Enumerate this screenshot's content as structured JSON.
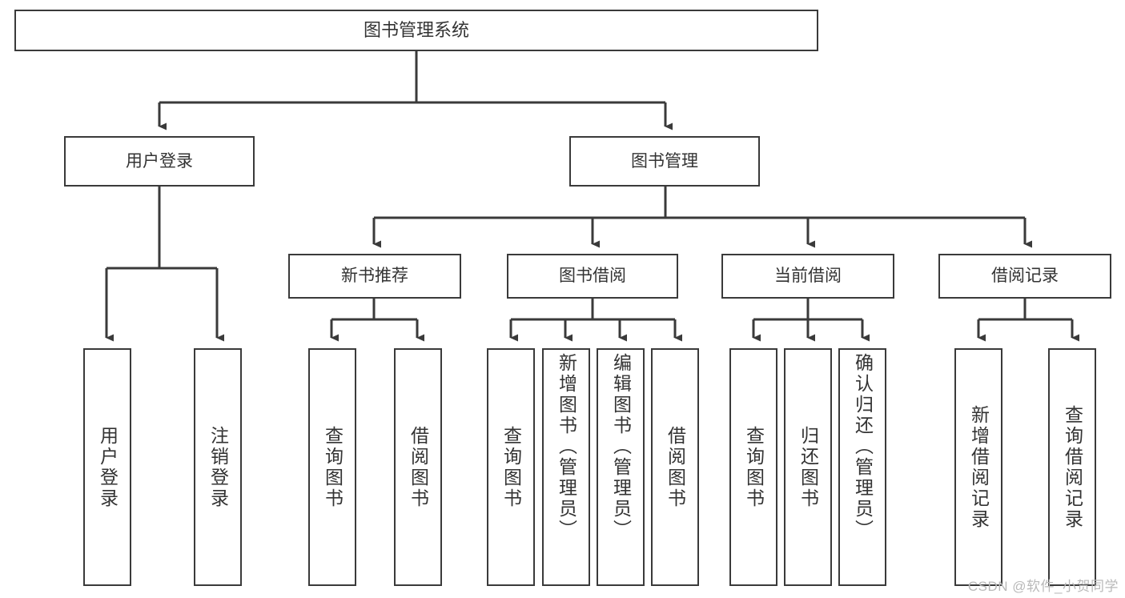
{
  "diagram": {
    "title": "图书管理系统",
    "type": "tree",
    "watermark": "CSDN @软件_小贺同学",
    "colors": {
      "box_border": "#3a3a3a",
      "box_fill": "#ffffff",
      "text": "#333333",
      "connector": "#3a3a3a",
      "watermark": "#b9b9b9"
    },
    "levels": {
      "root": {
        "label": "图书管理系统"
      },
      "level2": [
        {
          "id": "user-login",
          "label": "用户登录"
        },
        {
          "id": "book-manage",
          "label": "图书管理"
        }
      ],
      "level3": [
        {
          "id": "new-book-rec",
          "label": "新书推荐",
          "parent": "book-manage"
        },
        {
          "id": "book-borrow",
          "label": "图书借阅",
          "parent": "book-manage"
        },
        {
          "id": "current-borrow",
          "label": "当前借阅",
          "parent": "book-manage"
        },
        {
          "id": "borrow-record",
          "label": "借阅记录",
          "parent": "book-manage"
        }
      ],
      "leaves": [
        {
          "id": "leaf-user-login",
          "label": "用户登录",
          "parent": "user-login"
        },
        {
          "id": "leaf-logout",
          "label": "注销登录",
          "parent": "user-login"
        },
        {
          "id": "leaf-query-book-1",
          "label": "查询图书",
          "parent": "new-book-rec"
        },
        {
          "id": "leaf-borrow-book-1",
          "label": "借阅图书",
          "parent": "new-book-rec"
        },
        {
          "id": "leaf-query-book-2",
          "label": "查询图书",
          "parent": "book-borrow"
        },
        {
          "id": "leaf-add-book",
          "label": "新增图书（管理员）",
          "parent": "book-borrow"
        },
        {
          "id": "leaf-edit-book",
          "label": "编辑图书（管理员）",
          "parent": "book-borrow"
        },
        {
          "id": "leaf-borrow-book-2",
          "label": "借阅图书",
          "parent": "book-borrow"
        },
        {
          "id": "leaf-query-book-3",
          "label": "查询图书",
          "parent": "current-borrow"
        },
        {
          "id": "leaf-return-book",
          "label": "归还图书",
          "parent": "current-borrow"
        },
        {
          "id": "leaf-confirm-return",
          "label": "确认归还（管理员）",
          "parent": "current-borrow"
        },
        {
          "id": "leaf-add-record",
          "label": "新增借阅记录",
          "parent": "borrow-record"
        },
        {
          "id": "leaf-query-record",
          "label": "查询借阅记录",
          "parent": "borrow-record"
        }
      ]
    }
  }
}
